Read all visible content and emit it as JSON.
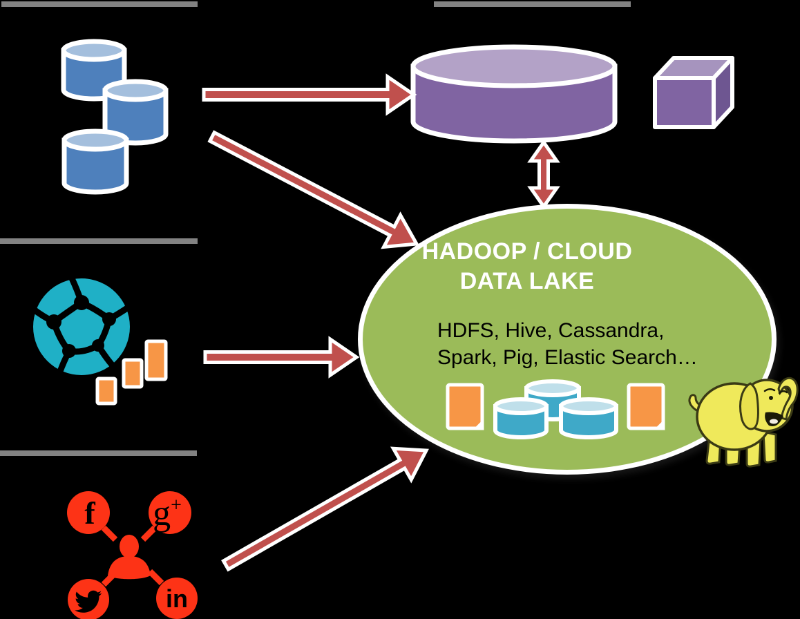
{
  "lake": {
    "title_line1": "HADOOP / CLOUD",
    "title_line2": "DATA LAKE",
    "tech_line1": "HDFS, Hive, Cassandra,",
    "tech_line2": "Spark, Pig, Elastic Search…"
  },
  "social": {
    "facebook_label": "f",
    "gplus_g": "g",
    "gplus_plus": "+",
    "linkedin_label": "in"
  },
  "colors": {
    "background": "#000000",
    "divider_gray": "#828282",
    "arrow_red": "#C0504D",
    "lake_green": "#9BBB59",
    "db_blue_body": "#4E80BC",
    "db_blue_top": "#A4BFDD",
    "edw_purple_body": "#8064A2",
    "edw_purple_top": "#B3A2C7",
    "cube_purple_side": "#6E5691",
    "globe_teal": "#1FB0C6",
    "lake_cyl_body": "#3FA9C8",
    "lake_cyl_top": "#BFDFEA",
    "doc_orange": "#F79646",
    "social_red": "#FD3316",
    "elephant_yellow": "#EFE95B",
    "outline_white": "#FFFFFF"
  },
  "icons": [
    "database-cylinders-icon",
    "network-globe-icon",
    "web-documents-icon",
    "social-media-hub-icon",
    "facebook-icon",
    "google-plus-icon",
    "twitter-icon",
    "linkedin-icon",
    "person-icon",
    "edw-cylinder-icon",
    "data-cube-icon",
    "lake-document-icon",
    "lake-database-icon",
    "hadoop-elephant-icon",
    "arrow-right-icon",
    "arrow-diagonal-down-icon",
    "arrow-diagonal-up-icon",
    "arrow-double-vertical-icon"
  ]
}
